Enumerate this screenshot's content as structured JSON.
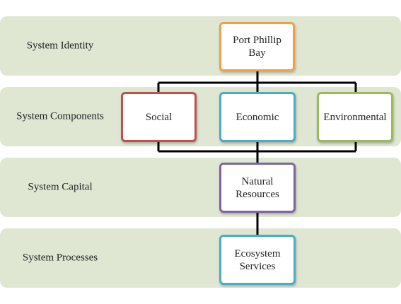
{
  "bands": [
    {
      "label": "System Identity"
    },
    {
      "label": "System Components"
    },
    {
      "label": "System Capital"
    },
    {
      "label": "System Processes"
    }
  ],
  "nodes": {
    "port_phillip_bay": {
      "line1": "Port Phillip",
      "line2": "Bay",
      "color": "#f0a04b"
    },
    "social": {
      "label": "Social",
      "color": "#c0504d"
    },
    "economic": {
      "label": "Economic",
      "color": "#4bacc6"
    },
    "environmental": {
      "label": "Environmental",
      "color": "#9bbb59"
    },
    "natural_resources": {
      "line1": "Natural",
      "line2": "Resources",
      "color": "#8064a2"
    },
    "ecosystem_services": {
      "line1": "Ecosystem",
      "line2": "Services",
      "color": "#4bacc6"
    }
  },
  "colors": {
    "band_fill": "#dfe7d3",
    "connector": "#000000"
  }
}
